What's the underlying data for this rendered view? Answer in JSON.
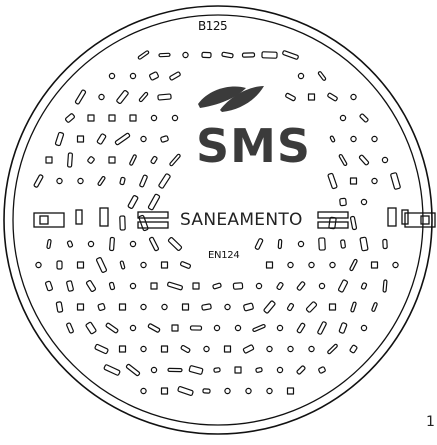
{
  "cover": {
    "top_code": "B125",
    "brand": "SMS",
    "subtitle": "SANEAMENTO",
    "bottom_code": "EN124"
  },
  "page_number": "1",
  "colors": {
    "line": "#111111",
    "logo_fill": "#3b3b3b",
    "background": "#ffffff"
  },
  "icons": {
    "logo": "leaf-swoosh-icon"
  }
}
